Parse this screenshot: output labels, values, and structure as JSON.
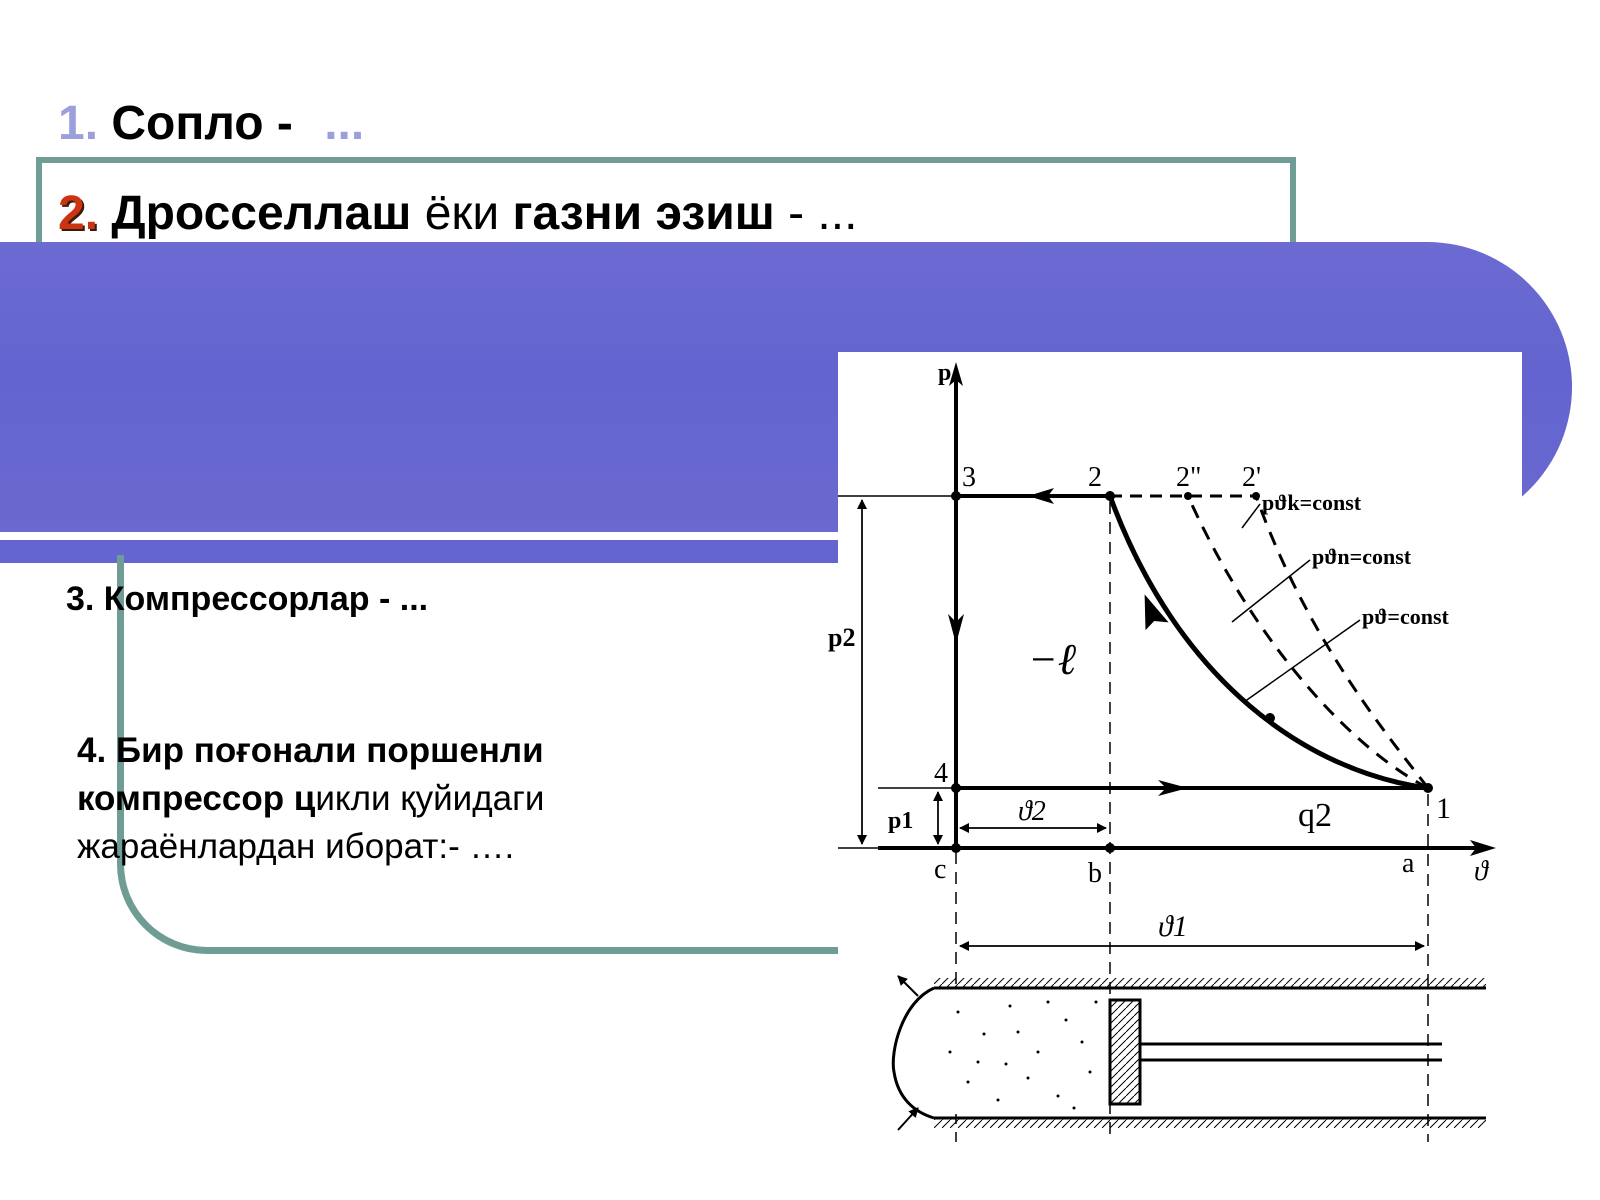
{
  "item1": {
    "num": "1.",
    "title": "Сопло -",
    "dots": "..."
  },
  "item2": {
    "num": "2.",
    "term1": "Дросселлаш",
    "mid": " ёки ",
    "term2": "газни эзиш",
    "tail": " - ..."
  },
  "item3": {
    "text": "3. Компрессорлар - ..."
  },
  "item4": {
    "line1_bold": "4. Бир поғонали поршенли",
    "line2_bold": "компрессор ц",
    "line2_rest": "икли қуйидаги",
    "line3": "жараёнлардан иборат:- …."
  },
  "diagram": {
    "axis_y": "p",
    "axis_x": "ϑ",
    "points": {
      "p1": "1",
      "p2": "2",
      "p2pp": "2\"",
      "p2p": "2'",
      "p3": "3",
      "p4": "4",
      "a": "a",
      "b": "b",
      "c": "c"
    },
    "curves": {
      "k": "pϑk=const",
      "n": "pϑn=const",
      "iso": "pϑ=const"
    },
    "labels": {
      "p2": "p2",
      "p1": "p1",
      "work": "−ℓ",
      "q2": "q2",
      "v1": "ϑ1",
      "v2": "ϑ2"
    }
  }
}
